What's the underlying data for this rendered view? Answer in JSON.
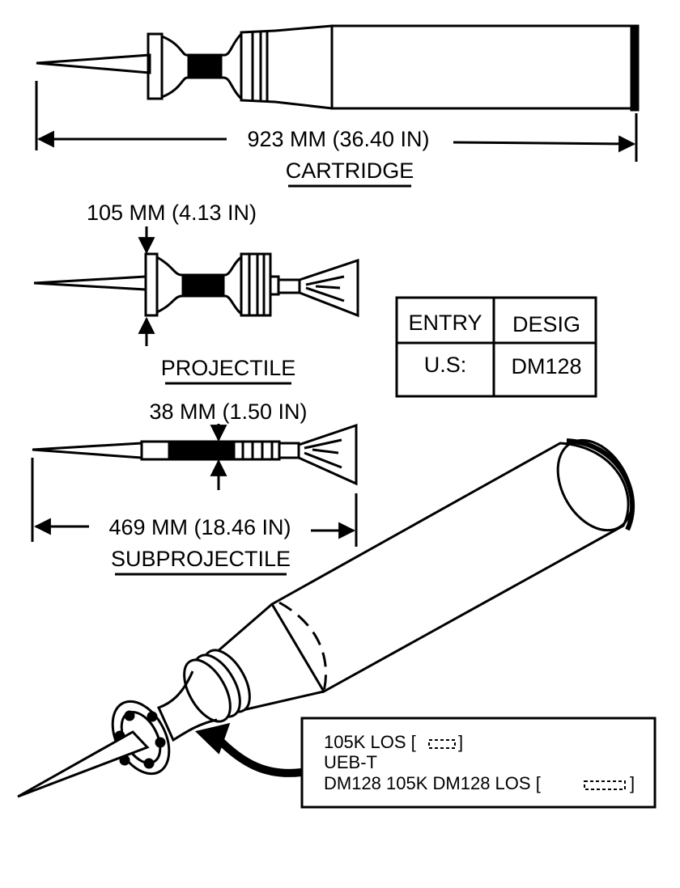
{
  "cartridge": {
    "length_label": "923 MM (36.40 IN)",
    "title": "CARTRIDGE"
  },
  "projectile": {
    "diameter_label": "105 MM (4.13 IN)",
    "title": "PROJECTILE"
  },
  "subprojectile": {
    "diameter_label": "38 MM (1.50 IN)",
    "length_label": "469 MM (18.46 IN)",
    "title": "SUBPROJECTILE"
  },
  "designation_table": {
    "headers": [
      "ENTRY",
      "DESIG"
    ],
    "rows": [
      [
        "U.S:",
        "DM128"
      ]
    ]
  },
  "markings": {
    "line1": "105K LOS [",
    "line1_end": "]",
    "line2": "UEB-T",
    "line3": "DM128 105K DM128 LOS [",
    "line3_end": "]"
  }
}
